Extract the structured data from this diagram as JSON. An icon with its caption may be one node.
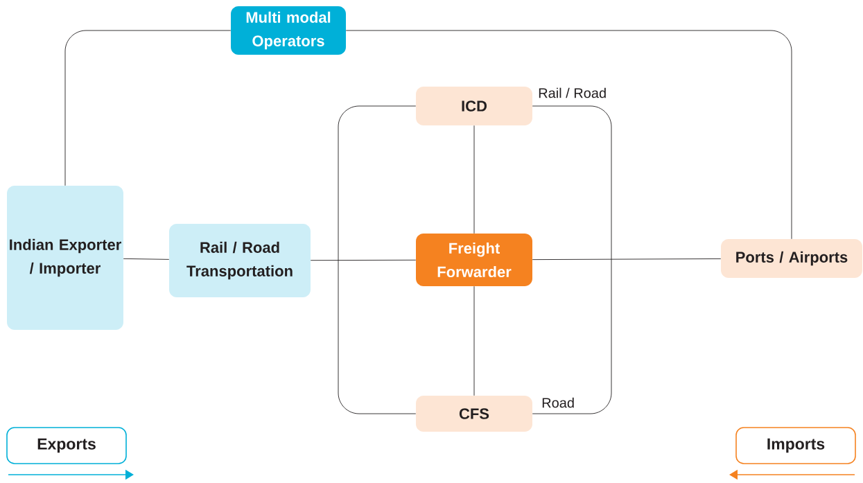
{
  "diagram": {
    "nodes": [
      {
        "text": [
          "Multi modal Operators"
        ]
      },
      {
        "text": [
          "Indian Exporter / Importer"
        ]
      },
      {
        "text": [
          "Rail / Road Transportation"
        ]
      },
      {
        "text": [
          "ICD"
        ],
        "beside": [
          "Rail / Road"
        ]
      },
      {
        "text": [
          "Freight Forwarder"
        ]
      },
      {
        "text": [
          "CFS"
        ],
        "beside": [
          "Road"
        ]
      },
      {
        "text": [
          "Ports / Airports"
        ]
      }
    ],
    "edges": [
      {
        "from": 1,
        "to": 0,
        "arrow": "none"
      },
      {
        "from": 0,
        "to": 6,
        "arrow": "none"
      },
      {
        "from": 1,
        "to": 2,
        "arrow": "none"
      },
      {
        "from": 2,
        "to": 4,
        "arrow": "none"
      },
      {
        "from": 4,
        "to": 6,
        "arrow": "none"
      },
      {
        "from": 3,
        "to": 4,
        "arrow": "none"
      },
      {
        "from": 4,
        "to": 5,
        "arrow": "none"
      },
      {
        "from": 3,
        "to": 5,
        "arrow": "none"
      },
      {
        "from": 3,
        "to": 5,
        "arrow": "none"
      }
    ],
    "legend": [
      {
        "text": "Exports"
      },
      {
        "text": "Imports"
      }
    ]
  }
}
